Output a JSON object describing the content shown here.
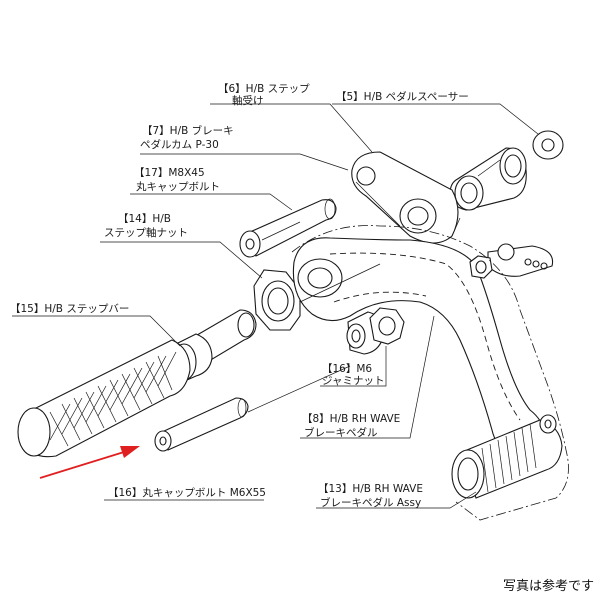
{
  "labels": {
    "part6_line1": "【6】H/B ステップ",
    "part6_line2": "軸受け",
    "part5": "【5】H/B ペダルスペーサー",
    "part7_line1": "【7】H/B ブレーキ",
    "part7_line2": "ペダルカム P-30",
    "part17_line1": "【17】M8X45",
    "part17_line2": "丸キャップボルト",
    "part14_line1": "【14】H/B",
    "part14_line2": "ステップ軸ナット",
    "part15": "【15】H/B ステップバー",
    "part16a_line1": "【16】M6",
    "part16a_line2": "ジャミナット",
    "part8_line1": "【8】H/B RH WAVE",
    "part8_line2": "ブレーキペダル",
    "part13_line1": "【13】H/B RH WAVE",
    "part13_line2": "ブレーキペダル Assy",
    "part16b": "【16】丸キャップボルト M6X55"
  },
  "caption": "写真は参考です",
  "colors": {
    "line": "#1a1a1a",
    "arrow": "#e02020",
    "background": "#ffffff"
  }
}
